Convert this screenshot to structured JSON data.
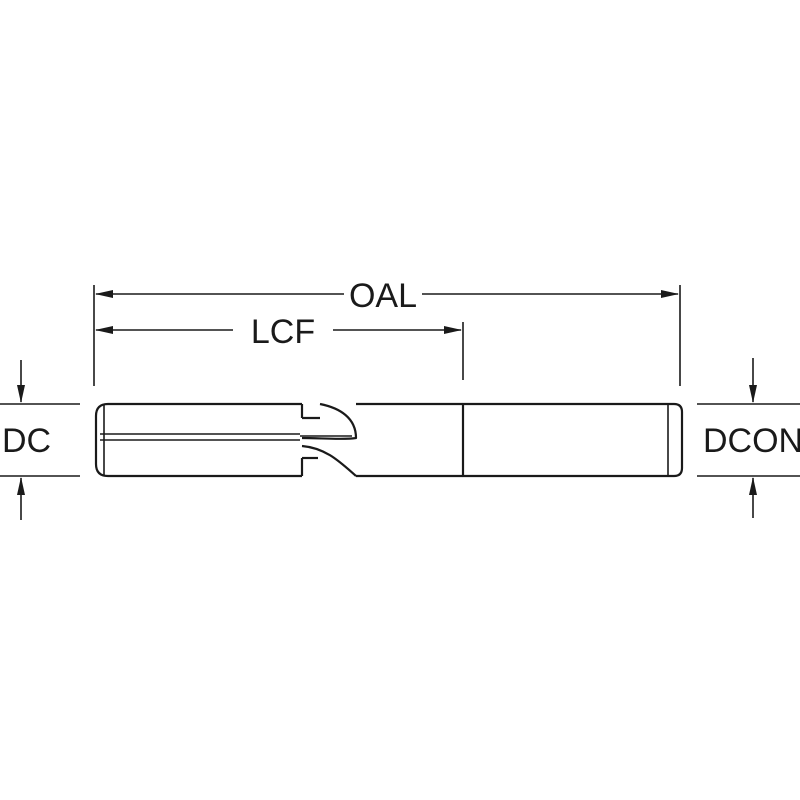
{
  "labels": {
    "oal": "OAL",
    "lcf": "LCF",
    "dc": "DC",
    "dcon": "DCON"
  },
  "colors": {
    "ink": "#1a1a1a",
    "background": "#ffffff"
  }
}
